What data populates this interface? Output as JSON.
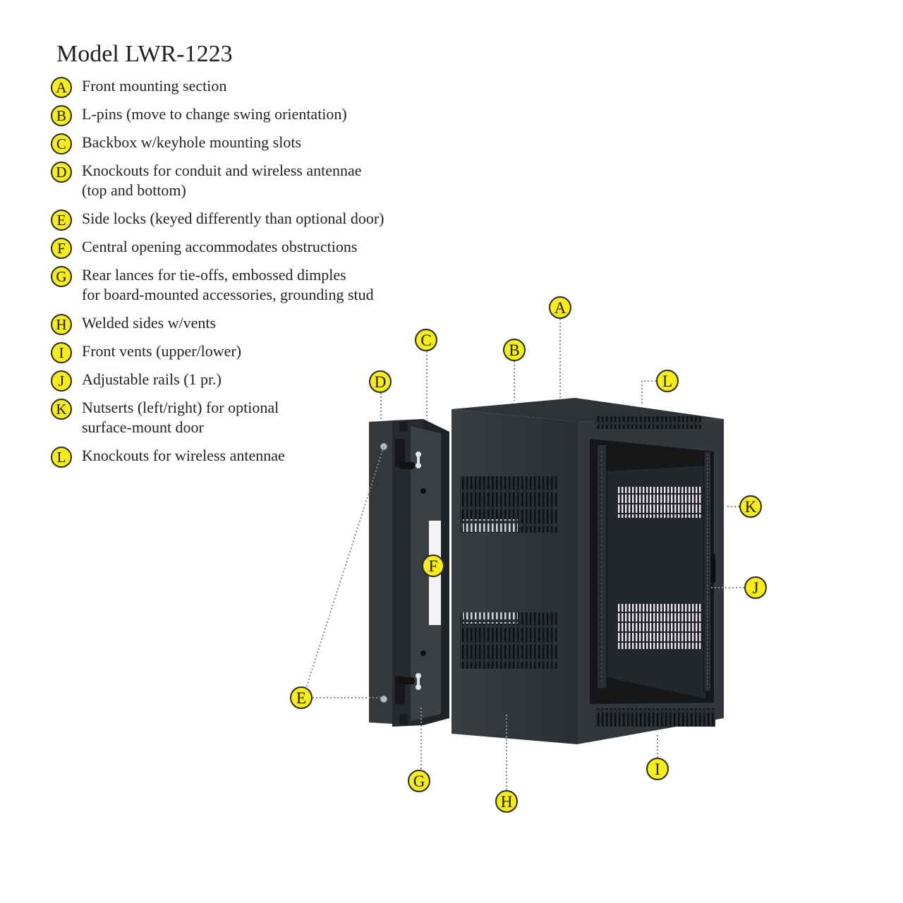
{
  "title": "Model LWR-1223",
  "legend": [
    {
      "letter": "A",
      "lines": [
        "Front mounting section"
      ]
    },
    {
      "letter": "B",
      "lines": [
        "L-pins (move to change swing orientation)"
      ]
    },
    {
      "letter": "C",
      "lines": [
        "Backbox w/keyhole mounting slots"
      ]
    },
    {
      "letter": "D",
      "lines": [
        "Knockouts for conduit and wireless antennae",
        "(top and bottom)"
      ]
    },
    {
      "letter": "E",
      "lines": [
        "Side locks (keyed differently than optional door)"
      ]
    },
    {
      "letter": "F",
      "lines": [
        "Central opening accommodates obstructions"
      ]
    },
    {
      "letter": "G",
      "lines": [
        "Rear lances for tie-offs, embossed dimples",
        "for board-mounted accessories, grounding stud"
      ]
    },
    {
      "letter": "H",
      "lines": [
        "Welded sides w/vents"
      ]
    },
    {
      "letter": "I",
      "lines": [
        "Front vents (upper/lower)"
      ]
    },
    {
      "letter": "J",
      "lines": [
        "Adjustable rails (1 pr.)"
      ]
    },
    {
      "letter": "K",
      "lines": [
        "Nutserts (left/right) for optional",
        "surface-mount door"
      ]
    },
    {
      "letter": "L",
      "lines": [
        "Knockouts for wireless antennae"
      ]
    }
  ],
  "callouts": [
    "A",
    "B",
    "C",
    "D",
    "E",
    "F",
    "G",
    "H",
    "I",
    "J",
    "K",
    "L"
  ],
  "colors": {
    "badge": "#f6ec16",
    "cabinet": "#2d3034",
    "leader": "#8a8a8a"
  }
}
